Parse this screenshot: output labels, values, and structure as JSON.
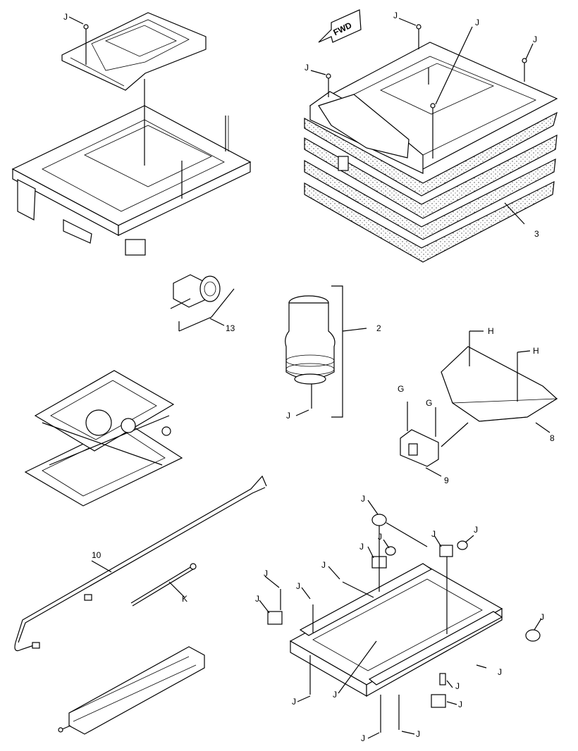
{
  "labels": {
    "j": "J",
    "h": "H",
    "g": "G",
    "k": "K",
    "fwd": "FWD",
    "part2": "2",
    "part3": "3",
    "part8": "8",
    "part9": "9",
    "part10": "10",
    "part13": "13"
  }
}
